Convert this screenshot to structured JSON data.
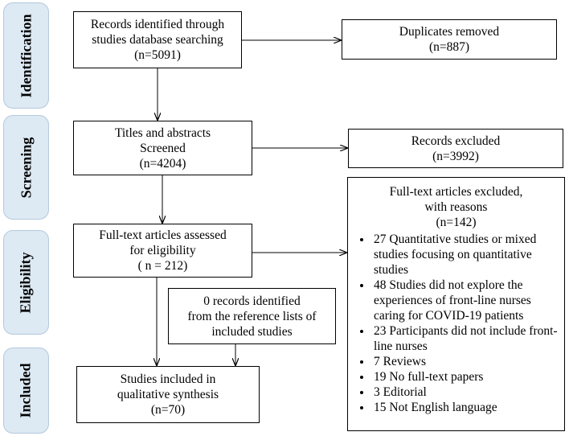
{
  "stages": {
    "identification": "Identification",
    "screening": "Screening",
    "eligibility": "Eligibility",
    "included": "Included"
  },
  "boxes": {
    "records_identified": [
      "Records identified through",
      "studies database searching",
      "(n=5091)"
    ],
    "duplicates_removed": [
      "Duplicates removed",
      "(n=887)"
    ],
    "titles_screened": [
      "Titles and abstracts",
      "Screened",
      "(n=4204)"
    ],
    "records_excluded": [
      "Records excluded",
      "(n=3992)"
    ],
    "fulltext_assessed": [
      "Full-text articles assessed",
      "for eligibility",
      "( n = 212)"
    ],
    "reference_lists": [
      "0 records identified",
      "from the reference lists of",
      "included studies"
    ],
    "studies_included": [
      "Studies included in",
      "qualitative synthesis",
      "(n=70)"
    ]
  },
  "exclusions": {
    "header": [
      "Full-text articles excluded,",
      "with reasons",
      "(n=142)"
    ],
    "reasons": [
      "27 Quantitative studies or mixed studies  focusing on quantitative studies",
      "48 Studies did not explore the experiences  of front-line nurses caring for COVID-19 patients",
      "23  Participants did not include front-line nurses",
      "7  Reviews",
      "19  No full-text papers",
      "3  Editorial",
      "15 Not English language"
    ]
  },
  "colors": {
    "stage_fill": "#dde9f3",
    "stage_border": "#b4c9dc",
    "line": "#000000"
  }
}
